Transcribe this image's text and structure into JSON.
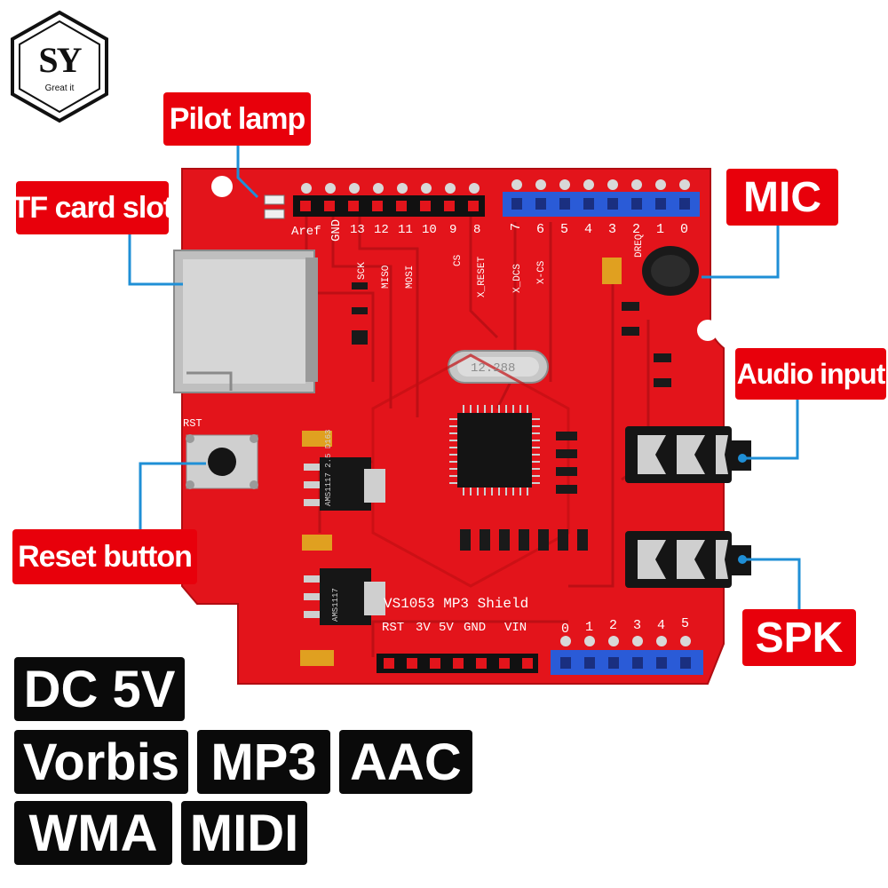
{
  "brand": {
    "logo_letters": "SY",
    "logo_sub": "Great it"
  },
  "callouts": {
    "pilot_lamp": "Pilot lamp",
    "tf_card_slot": "TF card slot",
    "mic": "MIC",
    "audio_input": "Audio input",
    "reset_button": "Reset button",
    "spk": "SPK"
  },
  "badges": [
    "DC 5V",
    "Vorbis",
    "MP3",
    "AAC",
    "WMA",
    "MIDI"
  ],
  "board": {
    "title": "VS1053 MP3 Shield",
    "rst_label": "RST",
    "top_header_labels": [
      "Aref",
      "GND",
      "13",
      "12",
      "11",
      "10",
      "9",
      "8"
    ],
    "digital_labels": [
      "7",
      "6",
      "5",
      "4",
      "3",
      "2",
      "1",
      "0"
    ],
    "signal_labels": [
      "SCK",
      "MISO",
      "MOSI",
      "CS",
      "X_RESET",
      "X_DCS",
      "X-CS",
      "DREQ"
    ],
    "power_labels": [
      "RST",
      "3V",
      "5V",
      "GND",
      "VIN"
    ],
    "analog_labels": [
      "0",
      "1",
      "2",
      "3",
      "4",
      "5"
    ],
    "crystal_text": "12.288",
    "regulator_1": "AMS1117 2.5 D163",
    "regulator_2": "AMS1117"
  },
  "colors": {
    "board_red": "#e3141b",
    "callout_red": "#e8000b",
    "header_blue": "#2a5bd7",
    "badge_black": "#0a0a0a",
    "leader_blue": "#1f8fd6"
  }
}
